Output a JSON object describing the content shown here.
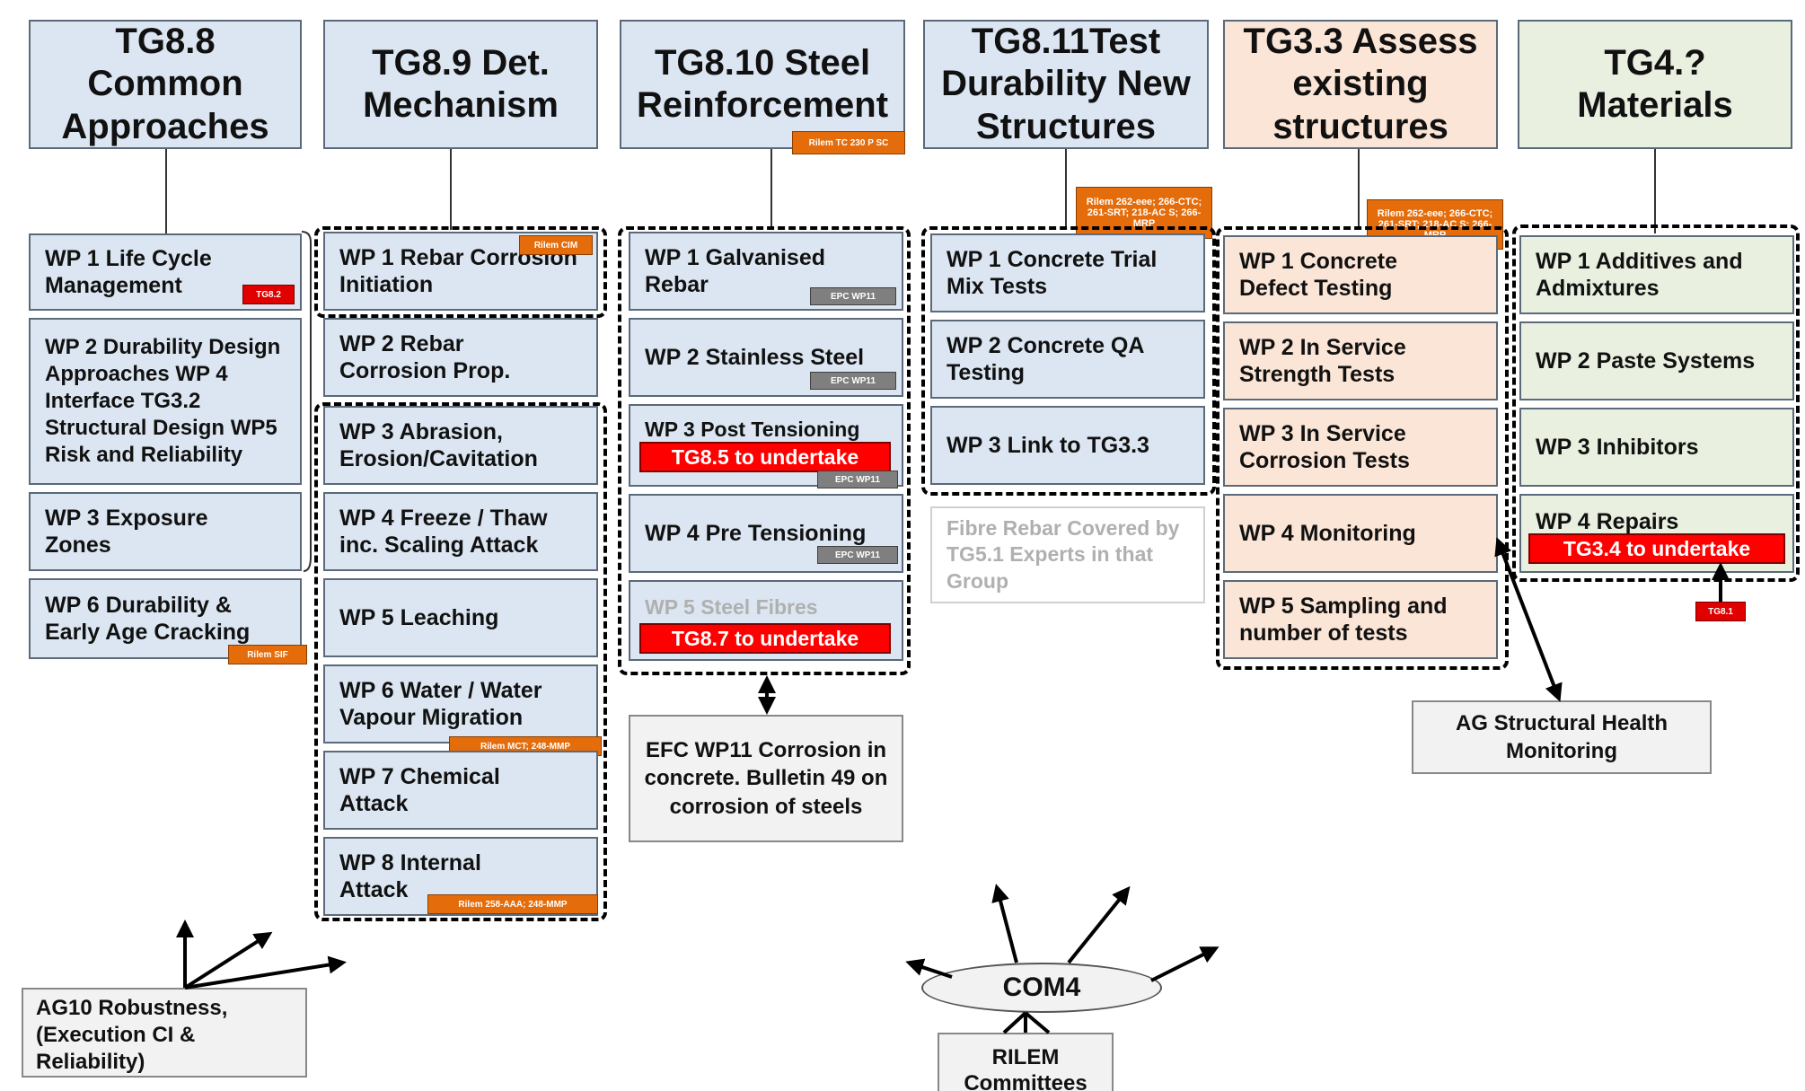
{
  "headers": {
    "tg88": "TG8.8 Common Approaches",
    "tg89": "TG8.9 Det. Mechanism",
    "tg810": "TG8.10 Steel Reinforcement",
    "tg811": "TG8.11Test Durability New Structures",
    "tg33": "TG3.3 Assess existing structures",
    "tg4": "TG4.? Materials"
  },
  "col1": {
    "wp1": "WP 1 Life Cycle Management",
    "wp1_tag": "TG8.2",
    "wp2": "WP 2 Durability Design Approaches WP 4 Interface TG3.2 Structural Design WP5 Risk and Reliability",
    "wp3": "WP 3 Exposure Zones",
    "wp6": "WP 6 Durability & Early Age Cracking",
    "wp6_tag": "Rilem SIF"
  },
  "col2": {
    "wp1": "WP 1 Rebar Corrosion Initiation",
    "wp1_tag": "Rilem CIM",
    "wp2": "WP 2 Rebar Corrosion Prop.",
    "wp3": "WP 3 Abrasion, Erosion/Cavitation",
    "wp4": "WP 4 Freeze / Thaw inc. Scaling Attack",
    "wp5": "WP 5 Leaching",
    "wp6": "WP 6 Water / Water Vapour Migration",
    "wp6_tag": "Rilem MCT; 248-MMP",
    "wp7": "WP 7 Chemical Attack",
    "wp8": "WP 8 Internal Attack",
    "wp8_tag": "Rilem 258-AAA; 248-MMP"
  },
  "col3": {
    "header_tag": "Rilem TC 230 P SC",
    "wp1": "WP 1 Galvanised Rebar",
    "wp1_tag": "EPC WP11",
    "wp2": "WP 2 Stainless Steel",
    "wp2_tag": "EPC WP11",
    "wp3": "WP 3 Post Tensioning",
    "wp3_red": "TG8.5 to undertake",
    "wp3_tag": "EPC WP11",
    "wp4": "WP 4 Pre Tensioning",
    "wp4_tag": "EPC WP11",
    "wp5": "WP 5 Steel Fibres",
    "wp5_red": "TG8.7 to undertake",
    "efc": "EFC WP11 Corrosion in concrete. Bulletin 49 on corrosion of steels"
  },
  "col4": {
    "header_tag": "Rilem 262-eee; 266-CTC; 261-SRT; 218-AC S; 266-MRP",
    "wp1": "WP 1 Concrete Trial Mix Tests",
    "wp2": "WP 2 Concrete QA Testing",
    "wp3": "WP 3 Link to TG3.3",
    "fibre": "Fibre Rebar Covered by TG5.1 Experts in that Group"
  },
  "col5": {
    "header_tag": "Rilem 262-eee; 266-CTC; 261-SRT; 218-AC S; 266-MRP",
    "wp1": "WP 1 Concrete Defect Testing",
    "wp2": "WP 2 In Service Strength Tests",
    "wp3": "WP 3 In Service Corrosion Tests",
    "wp4": "WP 4 Monitoring",
    "wp5": "WP 5 Sampling and number of tests",
    "ag": "AG Structural Health Monitoring"
  },
  "col6": {
    "wp1": "WP 1 Additives and Admixtures",
    "wp2": "WP 2 Paste Systems",
    "wp3": "WP 3 Inhibitors",
    "wp4": "WP 4 Repairs",
    "wp4_red": "TG3.4 to undertake",
    "tag": "TG8.1"
  },
  "bottom": {
    "ag10": "AG10 Robustness, (Execution CI & Reliability)",
    "com4": "COM4",
    "rilem": "RILEM Committees"
  },
  "colors": {
    "blue": "#dce6f2",
    "peach": "#fbe5d6",
    "green": "#e9f0e0",
    "orange": "#e46c0a",
    "red": "#ff0000",
    "grey": "#f2f2f2"
  }
}
